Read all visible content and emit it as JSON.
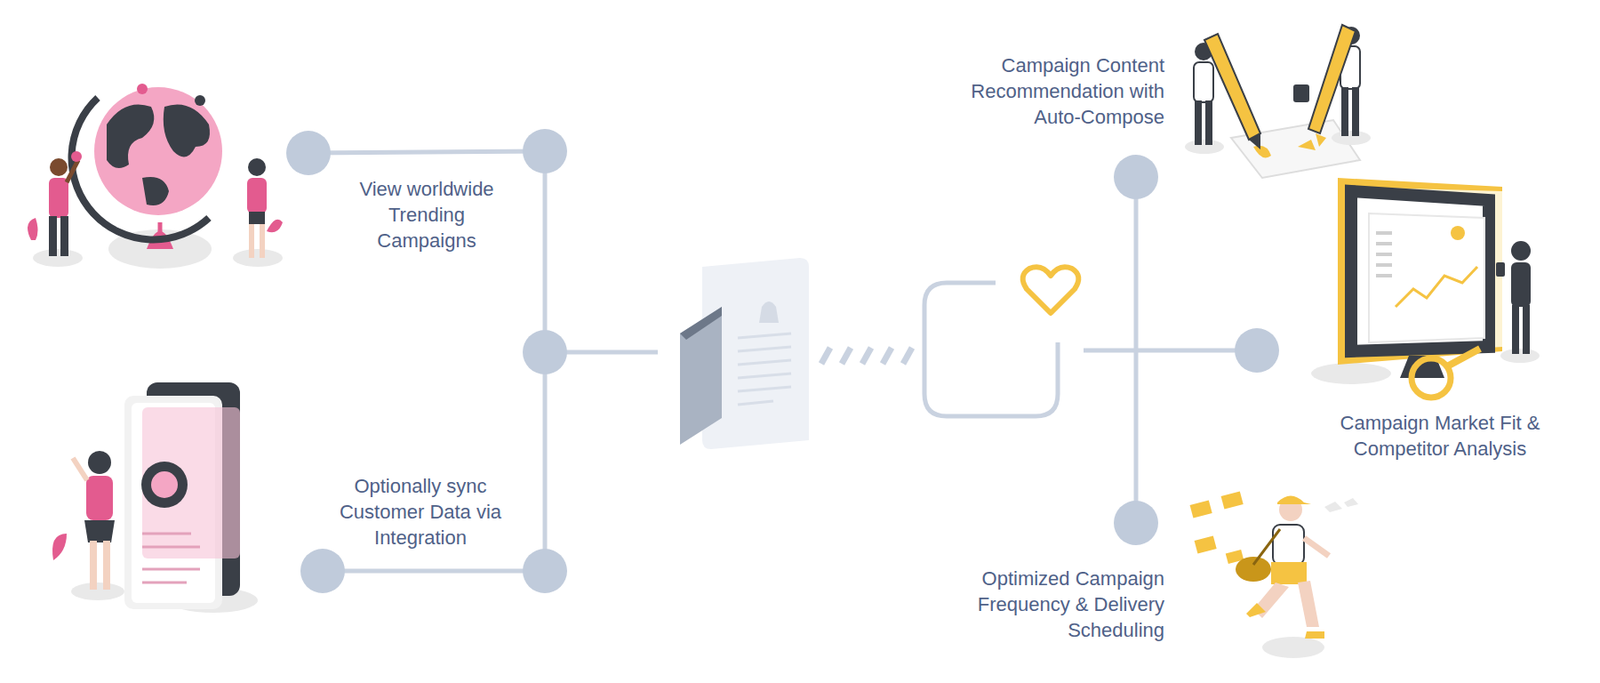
{
  "diagram": {
    "labels": [
      "View worldwide Trending Campaigns",
      "Optionally sync Customer Data via Integration",
      "Campaign Content Recommendation with Auto-Compose",
      "Campaign Market Fit & Competitor Analysis",
      "Optimized Campaign Frequency & Delivery Scheduling"
    ]
  }
}
